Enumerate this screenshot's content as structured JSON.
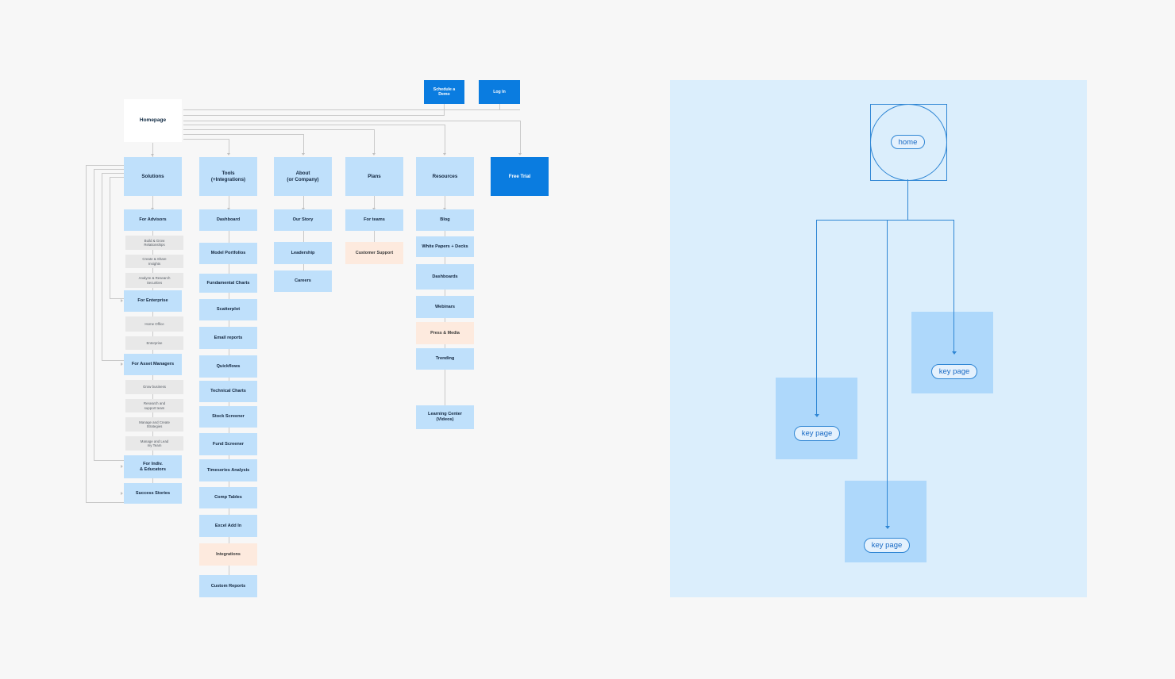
{
  "diagram": {
    "title": "Website Sitemap",
    "colors": {
      "canvas_background": "#f7f7f7",
      "primary_node": "#bfe0fb",
      "gray_node": "#e8e8e8",
      "peach_node": "#fdeade",
      "cta_blue": "#0a7ce0",
      "connector": "#c9c9c9",
      "right_panel_background": "#dbeefc",
      "right_panel_accent": "#2f86d4",
      "right_panel_fill": "#aed8fb"
    }
  },
  "top_buttons": [
    {
      "label": "Schedule a\nDemo"
    },
    {
      "label": "Log In"
    }
  ],
  "root": {
    "label": "Homepage"
  },
  "columns": [
    {
      "name": "solutions",
      "header": "Solutions",
      "items": [
        {
          "label": "For Advisors",
          "type": "sub"
        },
        {
          "label": "Build & Grow\nRelationships",
          "type": "gray"
        },
        {
          "label": "Create & Share\nInsights",
          "type": "gray"
        },
        {
          "label": "Analyze & Research\nSecurities",
          "type": "gray"
        },
        {
          "label": "For Enterprise",
          "type": "sub"
        },
        {
          "label": "Home Office",
          "type": "gray"
        },
        {
          "label": "Enterprise",
          "type": "gray"
        },
        {
          "label": "For Asset Managers",
          "type": "sub"
        },
        {
          "label": "Grow business",
          "type": "gray"
        },
        {
          "label": "Research and\nsupport team",
          "type": "gray"
        },
        {
          "label": "Manage and Create\nStrategies",
          "type": "gray"
        },
        {
          "label": "Manage and Lead\nmy Team",
          "type": "gray"
        },
        {
          "label": "For Indiv.\n& Educators",
          "type": "sub"
        },
        {
          "label": "Success Stories",
          "type": "sub"
        }
      ]
    },
    {
      "name": "tools",
      "header": "Tools\n(+Integrations)",
      "items": [
        {
          "label": "Dashboard",
          "type": "sub"
        },
        {
          "label": "Model Portfolios",
          "type": "sub"
        },
        {
          "label": "Fundamental Charts",
          "type": "sub"
        },
        {
          "label": "Scatterplot",
          "type": "sub"
        },
        {
          "label": "Email reports",
          "type": "sub"
        },
        {
          "label": "Quickflows",
          "type": "sub"
        },
        {
          "label": "Technical Charts",
          "type": "sub"
        },
        {
          "label": "Stock Screener",
          "type": "sub"
        },
        {
          "label": "Fund Screener",
          "type": "sub"
        },
        {
          "label": "Timeseries Analysis",
          "type": "sub"
        },
        {
          "label": "Comp Tables",
          "type": "sub"
        },
        {
          "label": "Excel Add In",
          "type": "sub"
        },
        {
          "label": "Integrations",
          "type": "peach"
        },
        {
          "label": "Custom Reports",
          "type": "sub"
        }
      ]
    },
    {
      "name": "about",
      "header": "About\n(or Company)",
      "items": [
        {
          "label": "Our Story",
          "type": "sub"
        },
        {
          "label": "Leadership",
          "type": "sub"
        },
        {
          "label": "Careers",
          "type": "sub"
        }
      ]
    },
    {
      "name": "plans",
      "header": "Plans",
      "items": [
        {
          "label": "For teams",
          "type": "sub"
        },
        {
          "label": "Customer Support",
          "type": "peach"
        }
      ]
    },
    {
      "name": "resources",
      "header": "Resources",
      "items": [
        {
          "label": "Blog",
          "type": "sub"
        },
        {
          "label": "White Papers + Decks",
          "type": "sub"
        },
        {
          "label": "Dashboards",
          "type": "sub"
        },
        {
          "label": "Webinars",
          "type": "sub"
        },
        {
          "label": "Press & Media",
          "type": "peach"
        },
        {
          "label": "Trending",
          "type": "sub"
        },
        {
          "label": "Learning Center\n(Videos)",
          "type": "sub"
        }
      ]
    },
    {
      "name": "free_trial",
      "header": "Free Trial",
      "items": []
    }
  ],
  "right_panel": {
    "home_label": "home",
    "key_pages": [
      {
        "label": "key page"
      },
      {
        "label": "key page"
      },
      {
        "label": "key page"
      }
    ]
  }
}
